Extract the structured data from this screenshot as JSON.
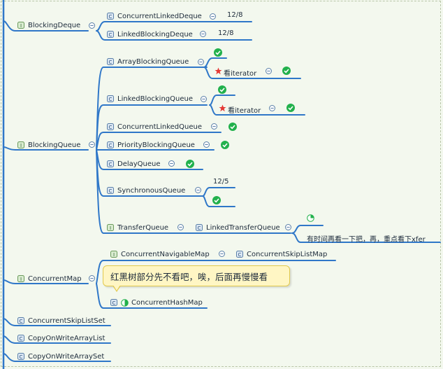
{
  "colors": {
    "line": "#2f77c8",
    "check": "#22b14c",
    "star": "#e53935",
    "callout_bg": "#fff6c4",
    "background": "#f3f8ee"
  },
  "icons": {
    "class": "class-icon",
    "collapse": "collapse-icon",
    "done": "checkmark-icon",
    "priority": "star-icon",
    "progress": "half-progress-icon"
  },
  "tree": {
    "blocking_deque": {
      "label": "BlockingDeque",
      "children": [
        {
          "label": "ConcurrentLinkedDeque",
          "note": "12/8"
        },
        {
          "label": "LinkedBlockingDeque",
          "note": "12/8"
        }
      ]
    },
    "blocking_queue": {
      "label": "BlockingQueue",
      "array_blocking_queue": {
        "label": "ArrayBlockingQueue",
        "sub": "看iterator"
      },
      "linked_blocking_queue": {
        "label": "LinkedBlockingQueue",
        "sub": "看iterator"
      },
      "concurrent_linked_queue": {
        "label": "ConcurrentLinkedQueue"
      },
      "priority_blocking_queue": {
        "label": "PriorityBlockingQueue"
      },
      "delay_queue": {
        "label": "DelayQueue"
      },
      "synchronous_queue": {
        "label": "SynchronousQueue",
        "note": "12/5"
      },
      "transfer_queue": {
        "label": "TransferQueue",
        "child": "LinkedTransferQueue",
        "note": "有时间再看一下把，再，重点看下xfer"
      }
    },
    "concurrent_map": {
      "label": "ConcurrentMap",
      "navigable": {
        "label": "ConcurrentNavigableMap",
        "child": "ConcurrentSkipListMap"
      },
      "callout": "红黑树部分先不看吧，唉，后面再慢慢看",
      "hash_map": {
        "label": "ConcurrentHashMap"
      }
    },
    "skip_list_set": {
      "label": "ConcurrentSkipListSet"
    },
    "cow_list": {
      "label": "CopyOnWriteArrayList"
    },
    "cow_set": {
      "label": "CopyOnWriteArraySet"
    }
  }
}
